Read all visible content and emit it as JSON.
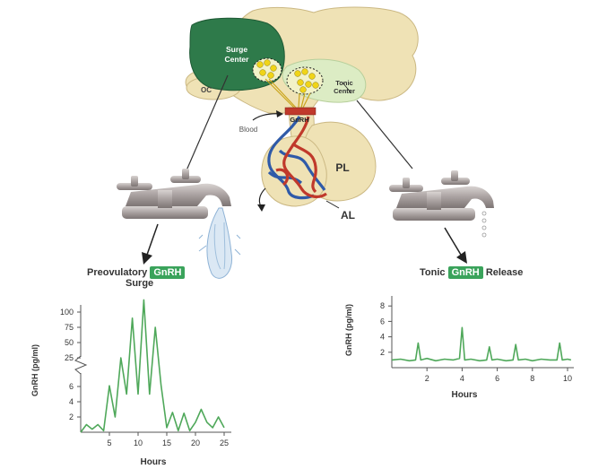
{
  "anatomy": {
    "surge_center": [
      "Surge",
      "Center"
    ],
    "tonic_center": [
      "Tonic",
      "Center"
    ],
    "oc": "OC",
    "gnrh": "GnRH",
    "blood": "Blood",
    "pl": "PL",
    "al": "AL"
  },
  "left_title": {
    "pre": "Preovulatory",
    "pill": "GnRH",
    "line2": "Surge"
  },
  "right_title": {
    "pre": "Tonic",
    "pill": "GnRH",
    "post": "Release"
  },
  "colors": {
    "line": "#4fa85a",
    "pill": "#3aa35b",
    "surge_center": "#2e7a4a",
    "hypothalamus": "#efe2b5",
    "tonic_area": "#dcecc4"
  },
  "chart_data": [
    {
      "type": "line",
      "xlabel": "Hours",
      "ylabel": "GnRH (pg/ml)",
      "x_ticks": [
        "5",
        "10",
        "15",
        "20",
        "25"
      ],
      "y_ticks": [
        "2",
        "4",
        "6",
        "25",
        "50",
        "75",
        "100"
      ],
      "y_scale": "broken (0–6 linear, axis break, 25–100 compressed)",
      "series": [
        {
          "x": [
            0,
            1,
            2,
            3,
            4,
            5,
            6,
            7,
            8,
            9,
            10,
            11,
            12,
            13,
            14,
            15,
            16,
            17,
            18,
            19,
            20,
            21,
            22,
            23,
            24,
            25
          ],
          "values": [
            0,
            1,
            0.4,
            1,
            0.2,
            6.5,
            2,
            25,
            5,
            90,
            5,
            120,
            5,
            75,
            7,
            0.6,
            2.6,
            0.2,
            2.5,
            0.2,
            1.3,
            3,
            1.3,
            0.6,
            2,
            0.6
          ]
        }
      ],
      "grid": false
    },
    {
      "type": "line",
      "xlabel": "Hours",
      "ylabel": "GnRH (pg/ml)",
      "x_ticks": [
        "2",
        "4",
        "6",
        "8",
        "10"
      ],
      "y_ticks": [
        "2",
        "4",
        "6",
        "8"
      ],
      "xlim": [
        0,
        10.2
      ],
      "ylim": [
        0,
        9
      ],
      "series": [
        {
          "x": [
            0,
            0.5,
            1,
            1.35,
            1.5,
            1.65,
            2,
            2.5,
            3,
            3.5,
            3.85,
            4,
            4.15,
            4.5,
            5,
            5.4,
            5.55,
            5.7,
            6,
            6.5,
            6.9,
            7.05,
            7.2,
            7.6,
            8,
            8.5,
            9,
            9.4,
            9.55,
            9.7,
            10,
            10.2
          ],
          "values": [
            1,
            1.1,
            0.9,
            1,
            3.2,
            1,
            1.2,
            0.9,
            1.1,
            1,
            1.2,
            5.2,
            1,
            1.1,
            0.9,
            1,
            2.7,
            1,
            1.1,
            0.9,
            1,
            3,
            1,
            1.1,
            0.9,
            1.1,
            1,
            1,
            3.2,
            1,
            1.1,
            1
          ]
        }
      ],
      "grid": false
    }
  ]
}
